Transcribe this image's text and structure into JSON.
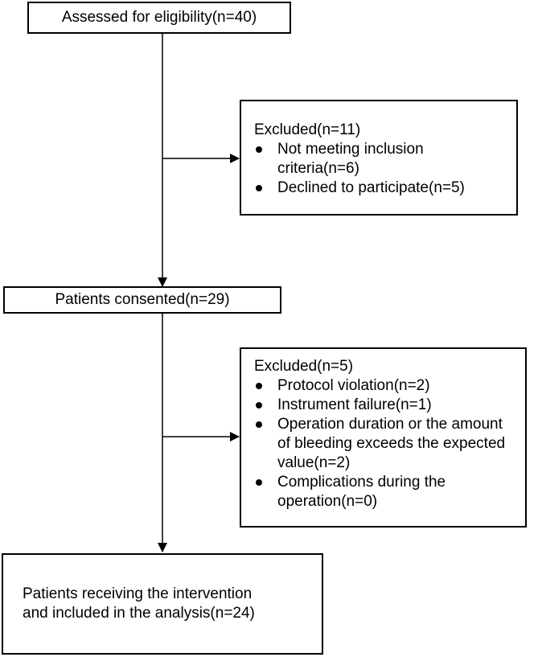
{
  "flow": {
    "assessed": "Assessed for eligibility(n=40)",
    "excluded1": {
      "title": "Excluded(n=11)",
      "items": [
        "Not meeting inclusion criteria(n=6)",
        "Declined to participate(n=5)"
      ]
    },
    "consented": "Patients consented(n=29)",
    "excluded2": {
      "title": "Excluded(n=5)",
      "items": [
        "Protocol violation(n=2)",
        "Instrument failure(n=1)",
        "Operation duration or the amount of bleeding exceeds the expected value(n=2)",
        "Complications during the operation(n=0)"
      ]
    },
    "final": {
      "line1": "Patients receiving the intervention",
      "line2": "and included in the analysis(n=24)"
    }
  },
  "colors": {
    "stroke": "#000000",
    "background": "#ffffff"
  }
}
